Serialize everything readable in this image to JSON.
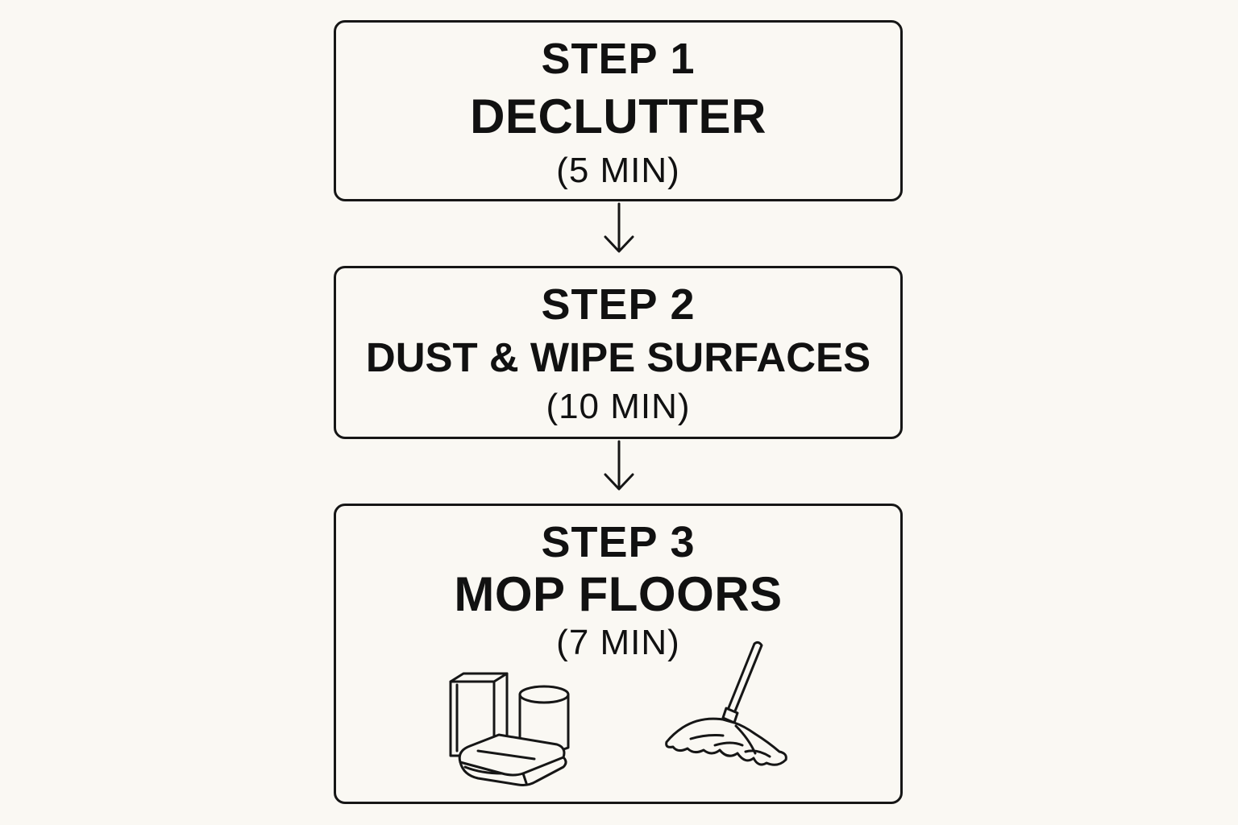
{
  "steps": [
    {
      "label": "STEP 1",
      "title": "DECLUTTER",
      "time": "(5 MIN)"
    },
    {
      "label": "STEP 2",
      "title": "DUST & WIPE SURFACES",
      "time": "(10 MIN)"
    },
    {
      "label": "STEP 3",
      "title": "MOP FLOORS",
      "time": "(7 MIN)"
    }
  ],
  "icons": {
    "supplies": "cleaning-supplies-icon",
    "mop": "mop-icon",
    "arrow": "arrow-down-icon"
  },
  "colors": {
    "background": "#faf8f3",
    "stroke": "#161616"
  }
}
